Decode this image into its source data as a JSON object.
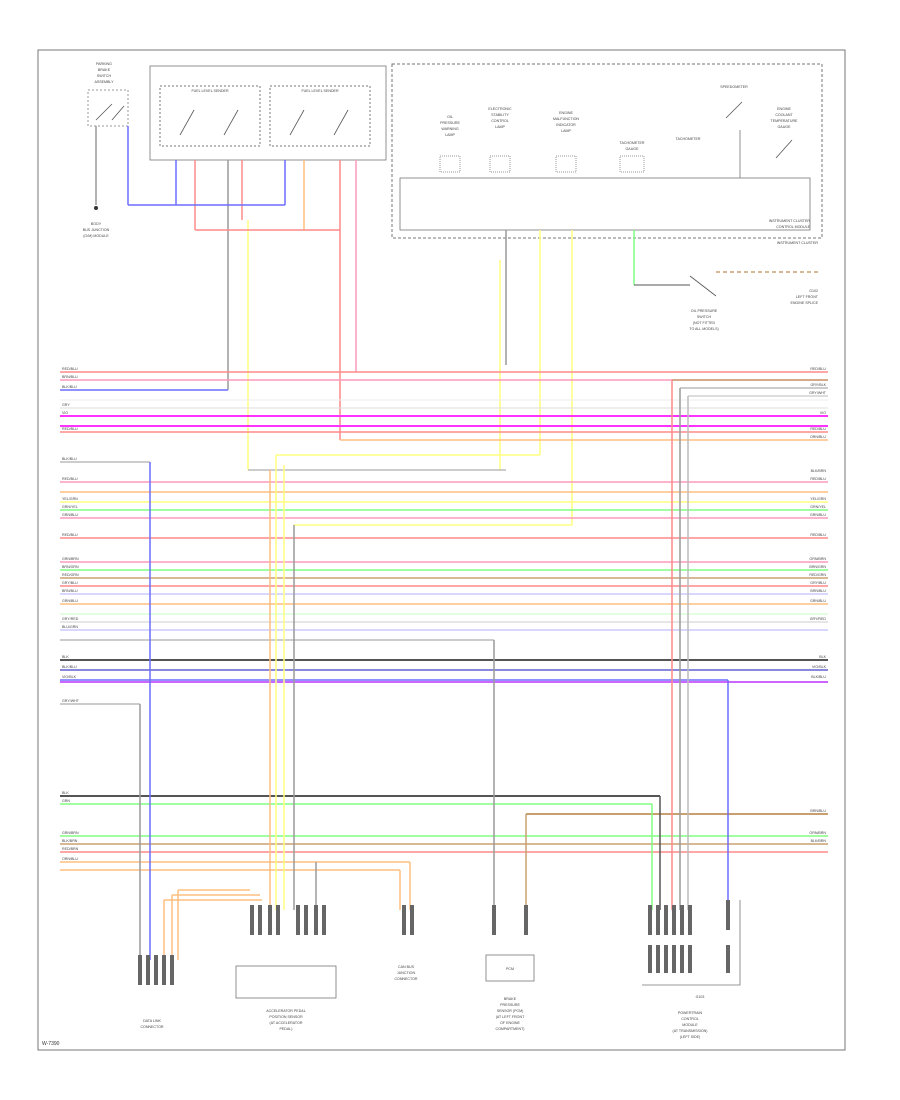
{
  "page": {
    "footer_code": "W-7390"
  },
  "components": {
    "neutral_switch": [
      "PARKING",
      "BRAKE",
      "SWITCH",
      "ASSEMBLY"
    ],
    "bus_junction": [
      "BODY",
      "BUS JUNCTION",
      "(G/M) MODULE"
    ],
    "cluster_modules": [
      "FUEL LEVEL SENDER",
      "FUEL LEVEL SENDER"
    ],
    "indicators": [
      [
        "OIL",
        "PRESSURE",
        "WARNING",
        "LAMP"
      ],
      [
        "ELECTRONIC",
        "STABILITY",
        "CONTROL",
        "LAMP"
      ],
      [
        "ENGINE",
        "MALFUNCTION",
        "INDICATOR",
        "LAMP"
      ],
      [
        "TACHOMETER",
        "GAUGE"
      ],
      [
        "TACHOMETER"
      ],
      [
        "SPEEDOMETER"
      ],
      [
        "ENGINE",
        "COOLANT",
        "TEMPERATURE",
        "GAUGE"
      ]
    ],
    "instrument_cluster_label": [
      "INSTRUMENT CLUSTER",
      "CONTROL MODULE"
    ],
    "instrument_cluster_title": "INSTRUMENT CLUSTER",
    "oil_pressure_switch": [
      "OIL PRESSURE",
      "SWITCH",
      "(NOT FITTED",
      "TO ALL MODELS)"
    ],
    "left_ground": [
      "G102",
      "LEFT FRONT",
      "ENGINE SPLICE"
    ],
    "data_link": [
      "DATA LINK",
      "CONNECTOR"
    ],
    "accelerator": [
      "ACCELERATOR PEDAL",
      "POSITION SENSOR",
      "(AT ACCELERATOR",
      "PEDAL)"
    ],
    "canbus": [
      "CAN BUS",
      "JUNCTION",
      "CONNECTOR"
    ],
    "abs": [
      "BRAKE",
      "PRESSURE",
      "SENSOR (PCM)",
      "(AT LEFT FRONT",
      "OF ENGINE",
      "COMPARTMENT)"
    ],
    "pcm": [
      "POWERTRAIN",
      "CONTROL",
      "MODULE",
      "(AT TRANSMISSION)",
      "(LEFT SIDE)"
    ],
    "abs_box_label": "PCM",
    "ground_label": "G103"
  },
  "wires": {
    "left_labels": [
      "RED/BLU",
      "BRN/BLU",
      "BLK/BLU",
      "GRY",
      "VIO",
      "RED/BLU",
      "BLK/BLU",
      "RED/BLU",
      "YEL/GRN",
      "GRN/YEL",
      "GRN/BLU",
      "RED/BLU",
      "GRN/BRN",
      "BRN/GRN",
      "RED/GRN",
      "GRY/BLU",
      "BRN/BLU",
      "GRN/BLU",
      "GRY/RED",
      "BLU/GRN",
      "BLK",
      "BLK/BLU",
      "VIO/BLK",
      "GRY/WHT",
      "BLK",
      "GRN",
      "GRN/BRN",
      "BLK/BRN",
      "RED/BRN",
      "ORN/BLU"
    ],
    "right_labels": [
      "RED/BLU",
      "GRY/BLK",
      "GRY/WHT",
      "VIO",
      "RED/BLU",
      "ORN/BLU",
      "BLK/BRN",
      "RED/BLU",
      "YEL/GRN",
      "GRN/YEL",
      "GRN/BLU",
      "RED/BLU",
      "GRN/BRN",
      "BRN/GRN",
      "RED/GRN",
      "GRY/BLU",
      "BRN/BLU",
      "GRN/BLU",
      "GRY/RED",
      "BLK",
      "VIO/BLK",
      "BLK/BLU",
      "BRN/BLU",
      "GRN/BRN",
      "BLK/BRN"
    ]
  },
  "colors": {
    "red": "#ff8a8a",
    "pink": "#ff99bb",
    "magenta": "#ff33ff",
    "blue": "#6c6cff",
    "yellow": "#ffff80",
    "green": "#80ff80",
    "orange": "#ffbf80",
    "brown": "#c8a070",
    "gray": "#9a9a9a",
    "black": "#555555",
    "violet": "#cc66ff",
    "frame": "#777777"
  }
}
